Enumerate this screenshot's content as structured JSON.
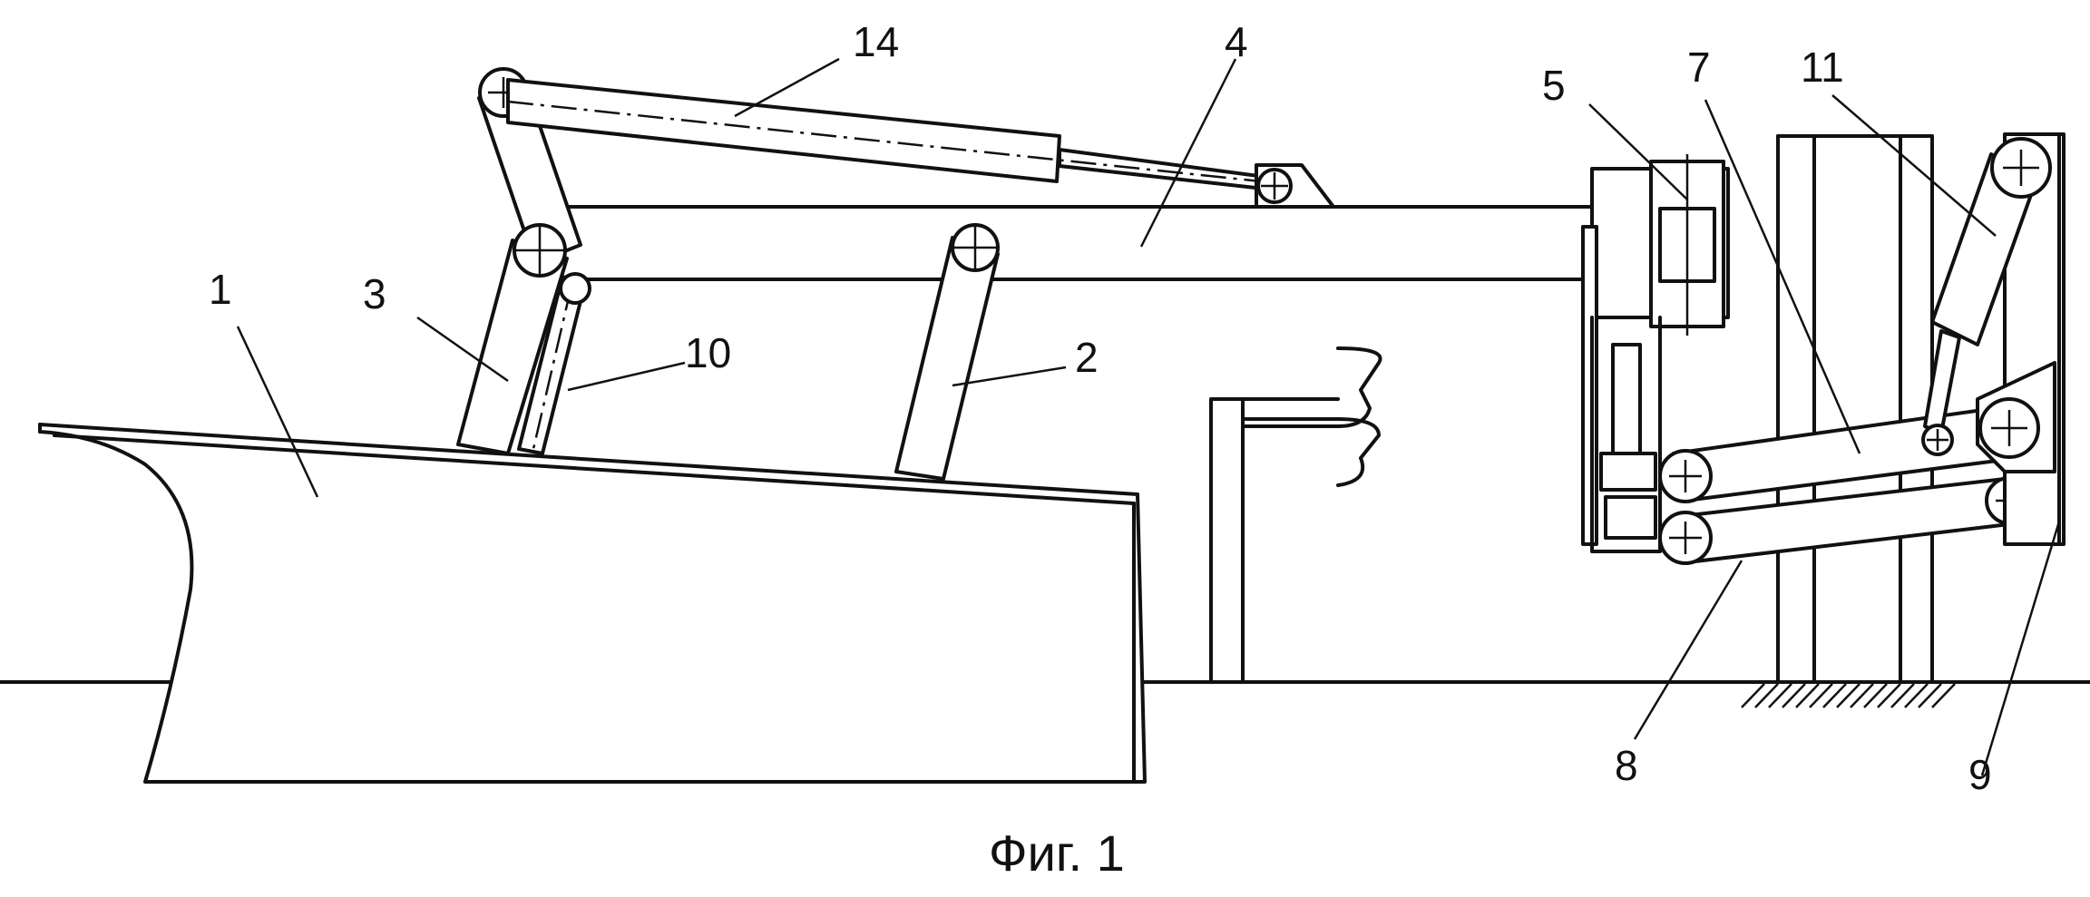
{
  "figure": {
    "caption": "Фиг. 1",
    "labels": {
      "n1": "1",
      "n2": "2",
      "n3": "3",
      "n4": "4",
      "n5": "5",
      "n7": "7",
      "n8": "8",
      "n9": "9",
      "n10": "10",
      "n11": "11",
      "n14": "14"
    }
  }
}
